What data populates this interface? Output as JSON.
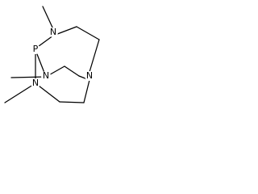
{
  "structure": {
    "atoms": {
      "n_top": "N",
      "p": "P",
      "n_middle": "N",
      "n_bridgehead": "N",
      "n_bottom": "N"
    },
    "colors": {
      "bond": "#000000",
      "label": "#000000",
      "background": "#ffffff"
    }
  }
}
